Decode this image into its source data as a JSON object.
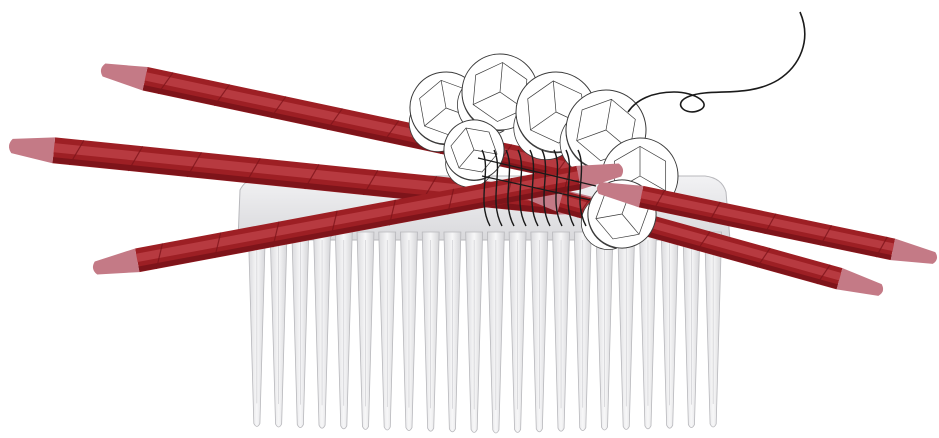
{
  "illustration": {
    "subject": "hair-comb-with-wrapped-branches-and-sequin-cluster",
    "colors": {
      "background": "#ffffff",
      "comb_fill": "#e4e4e6",
      "comb_edge": "#b8b8bc",
      "tooth_fill": "#efeff1",
      "branch_dark": "#7e141a",
      "branch_main": "#9d1f24",
      "branch_light": "#b73a40",
      "branch_tip": "#c47a86",
      "sequin_stroke": "#3a3a3a",
      "thread": "#1a1a1a"
    },
    "counts": {
      "comb_teeth": 22,
      "branches": 5,
      "sequins": 7
    }
  }
}
